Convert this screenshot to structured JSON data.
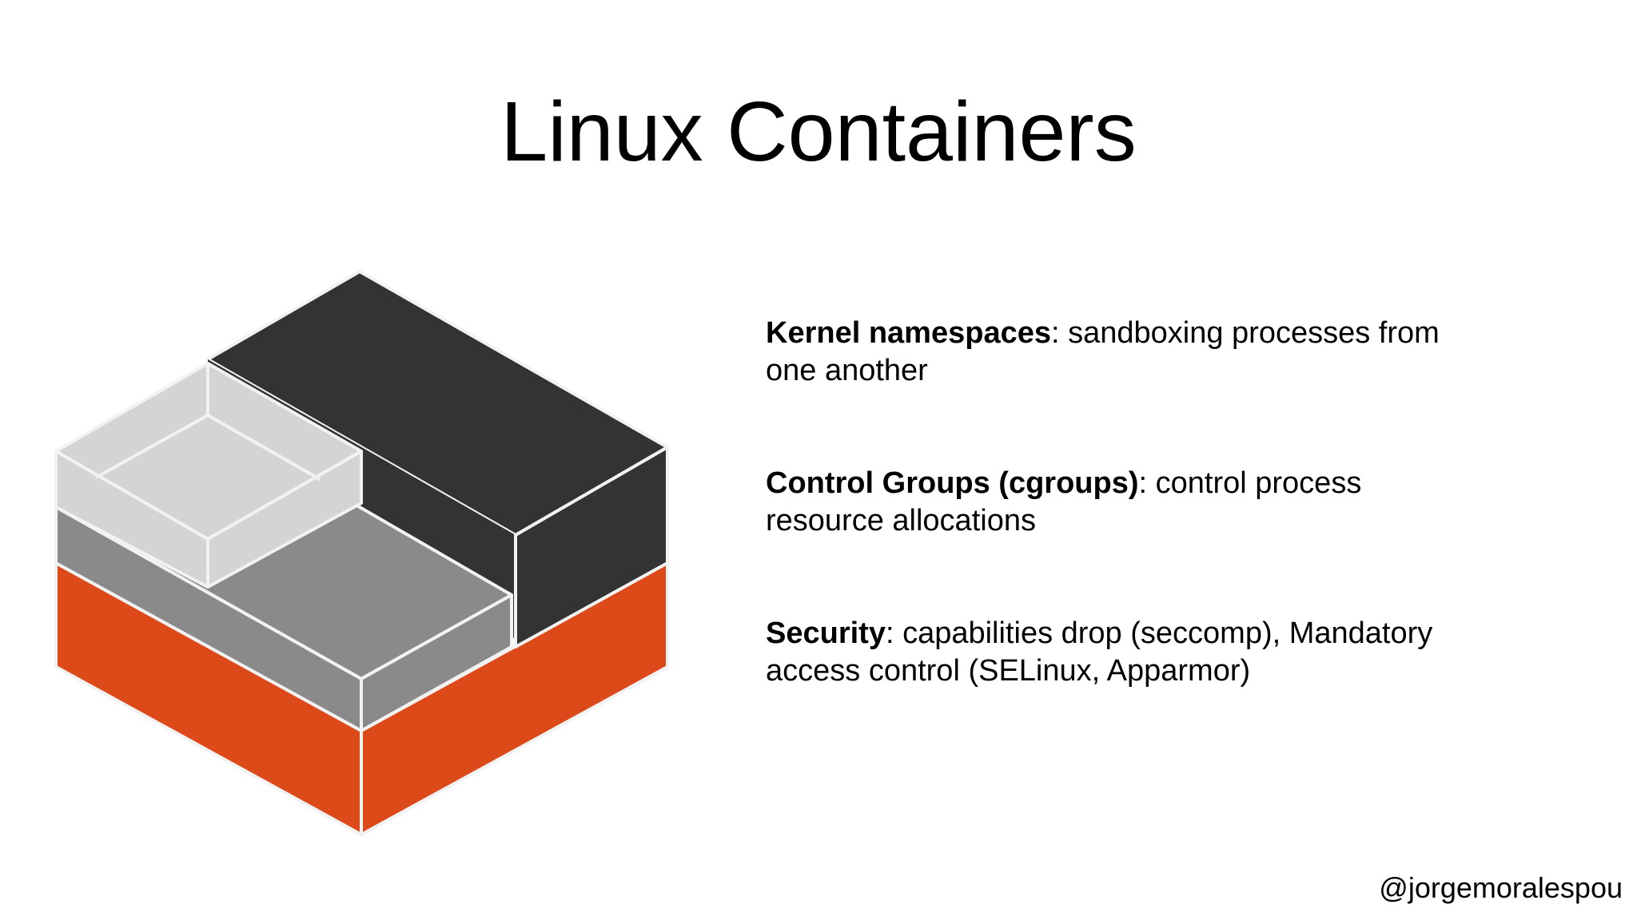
{
  "slide": {
    "title": "Linux Containers",
    "bullets": [
      {
        "term": "Kernel namespaces",
        "text": ": sandboxing processes from one another"
      },
      {
        "term": "Control Groups (cgroups)",
        "text": ": control process resource allocations"
      },
      {
        "term": "Security",
        "text": ": capabilities drop (seccomp), Mandatory access control (SELinux, Apparmor)"
      }
    ],
    "handle": "@jorgemoralespou"
  },
  "logo": {
    "icon": "lxc-stacked-box-icon",
    "colors": {
      "orange": "#DC4A19",
      "dark": "#333333",
      "mid_gray": "#8A8A8A",
      "light_gray": "#D4D4D4",
      "edge": "#F2F2F2"
    }
  }
}
